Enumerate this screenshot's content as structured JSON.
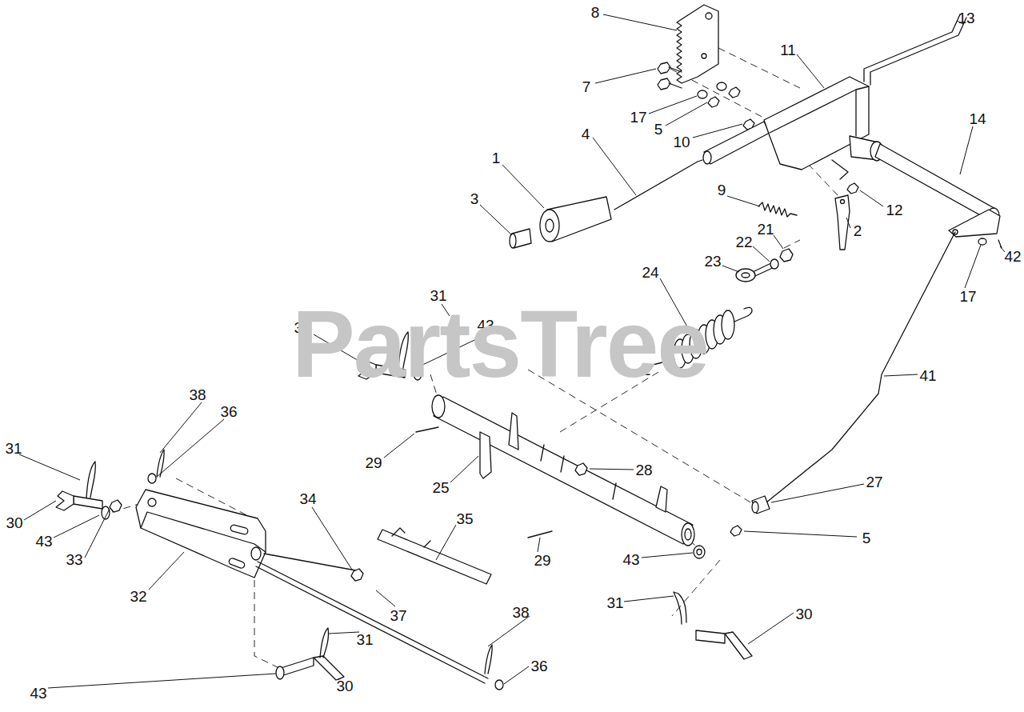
{
  "diagram": {
    "labels": [
      "8",
      "13",
      "11",
      "7",
      "17",
      "5",
      "14",
      "4",
      "10",
      "1",
      "9",
      "3",
      "12",
      "21",
      "2",
      "22",
      "42",
      "23",
      "24",
      "31",
      "17",
      "43",
      "30",
      "PartsTree",
      "41",
      "38",
      "36",
      "31",
      "29",
      "28",
      "27",
      "25",
      "34",
      "35",
      "30",
      "5",
      "43",
      "33",
      "43",
      "29",
      "32",
      "31",
      "38",
      "37",
      "31",
      "30",
      "36",
      "30",
      "43"
    ]
  }
}
